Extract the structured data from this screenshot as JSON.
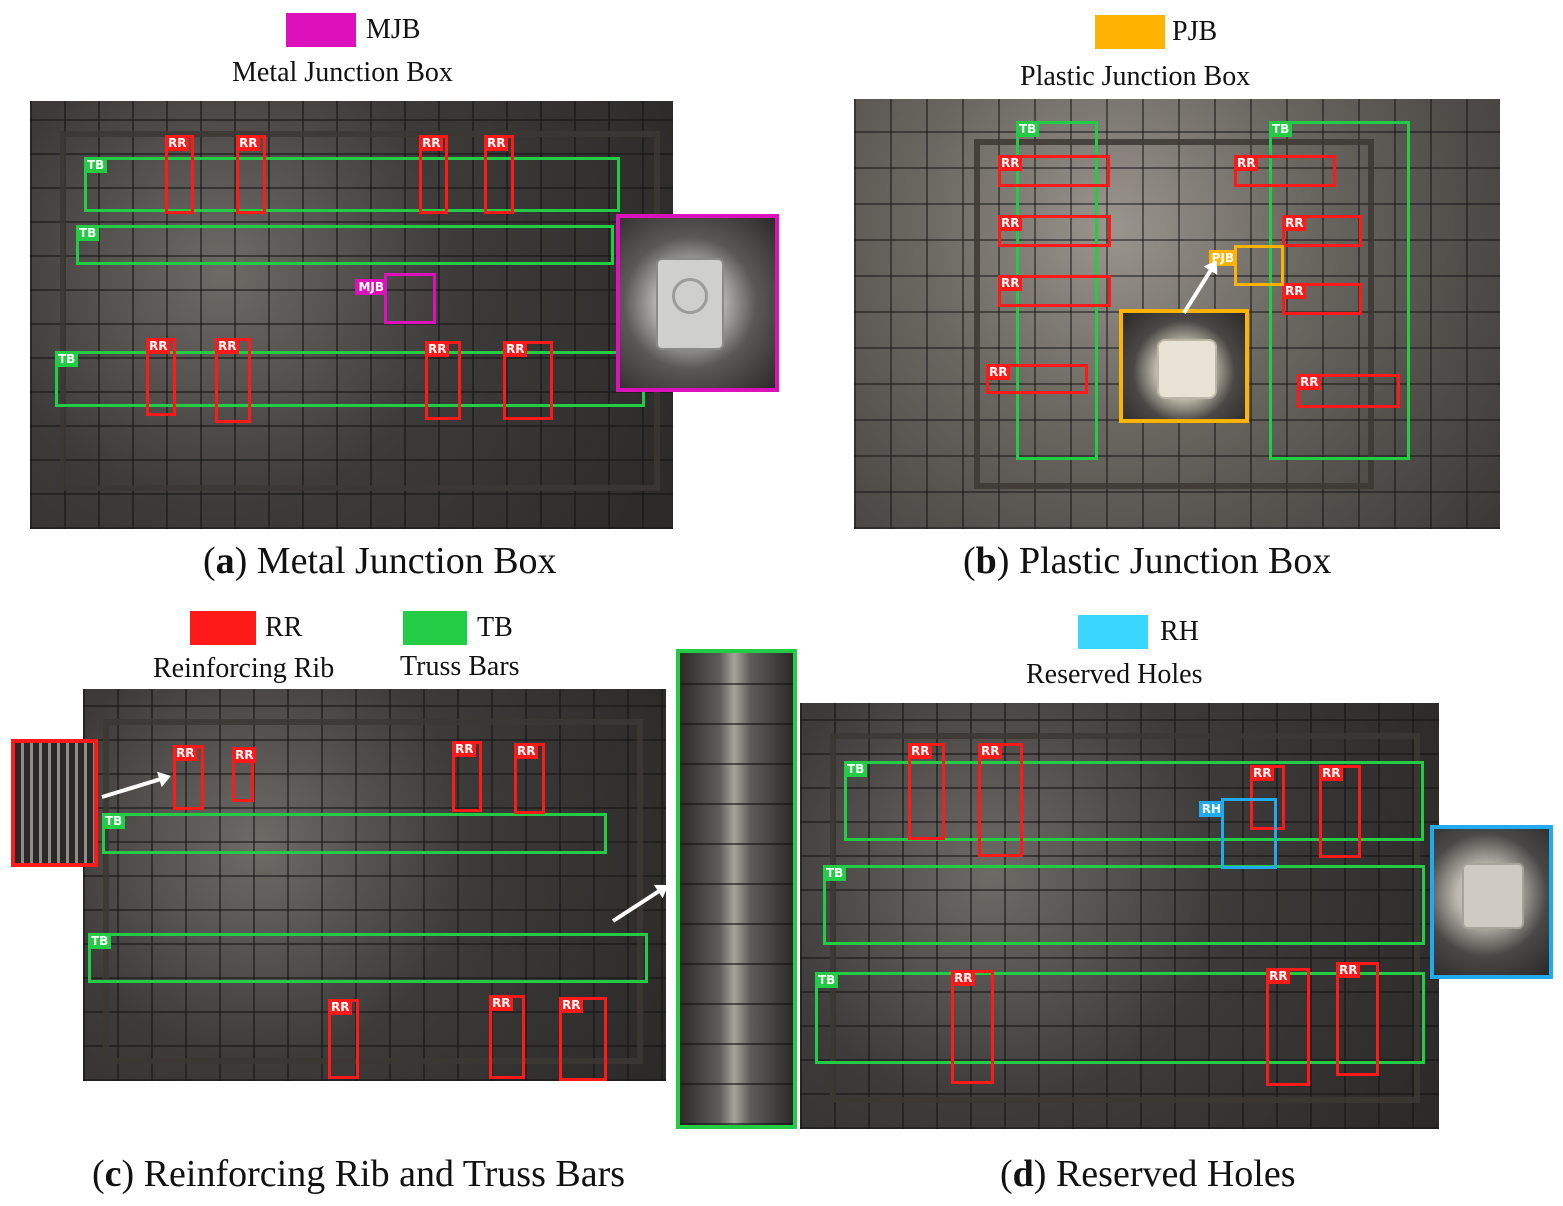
{
  "colors": {
    "rr": "#ff1a1a",
    "tb": "#22cc44",
    "mjb": "#dd11bb",
    "pjb": "#ffb300",
    "rh": "#22aaee"
  },
  "legend": {
    "mjb": {
      "code": "MJB",
      "name": "Metal Junction Box"
    },
    "pjb": {
      "code": "PJB",
      "name": "Plastic Junction Box"
    },
    "rr": {
      "code": "RR",
      "name": "Reinforcing Rib"
    },
    "tb": {
      "code": "TB",
      "name": "Truss Bars"
    },
    "rh": {
      "code": "RH",
      "name": "Reserved Holes"
    }
  },
  "labels": {
    "rr": "RR",
    "tb": "TB",
    "mjb": "MJB",
    "pjb": "PJB",
    "rh": "RH"
  },
  "captions": {
    "a": {
      "letter": "a",
      "text": ") Metal Junction Box"
    },
    "b": {
      "letter": "b",
      "text": ") Plastic Junction Box"
    },
    "c": {
      "letter": "c",
      "text": ") Reinforcing Rib and Truss Bars"
    },
    "d": {
      "letter": "d",
      "text": ") Reserved Holes"
    }
  }
}
